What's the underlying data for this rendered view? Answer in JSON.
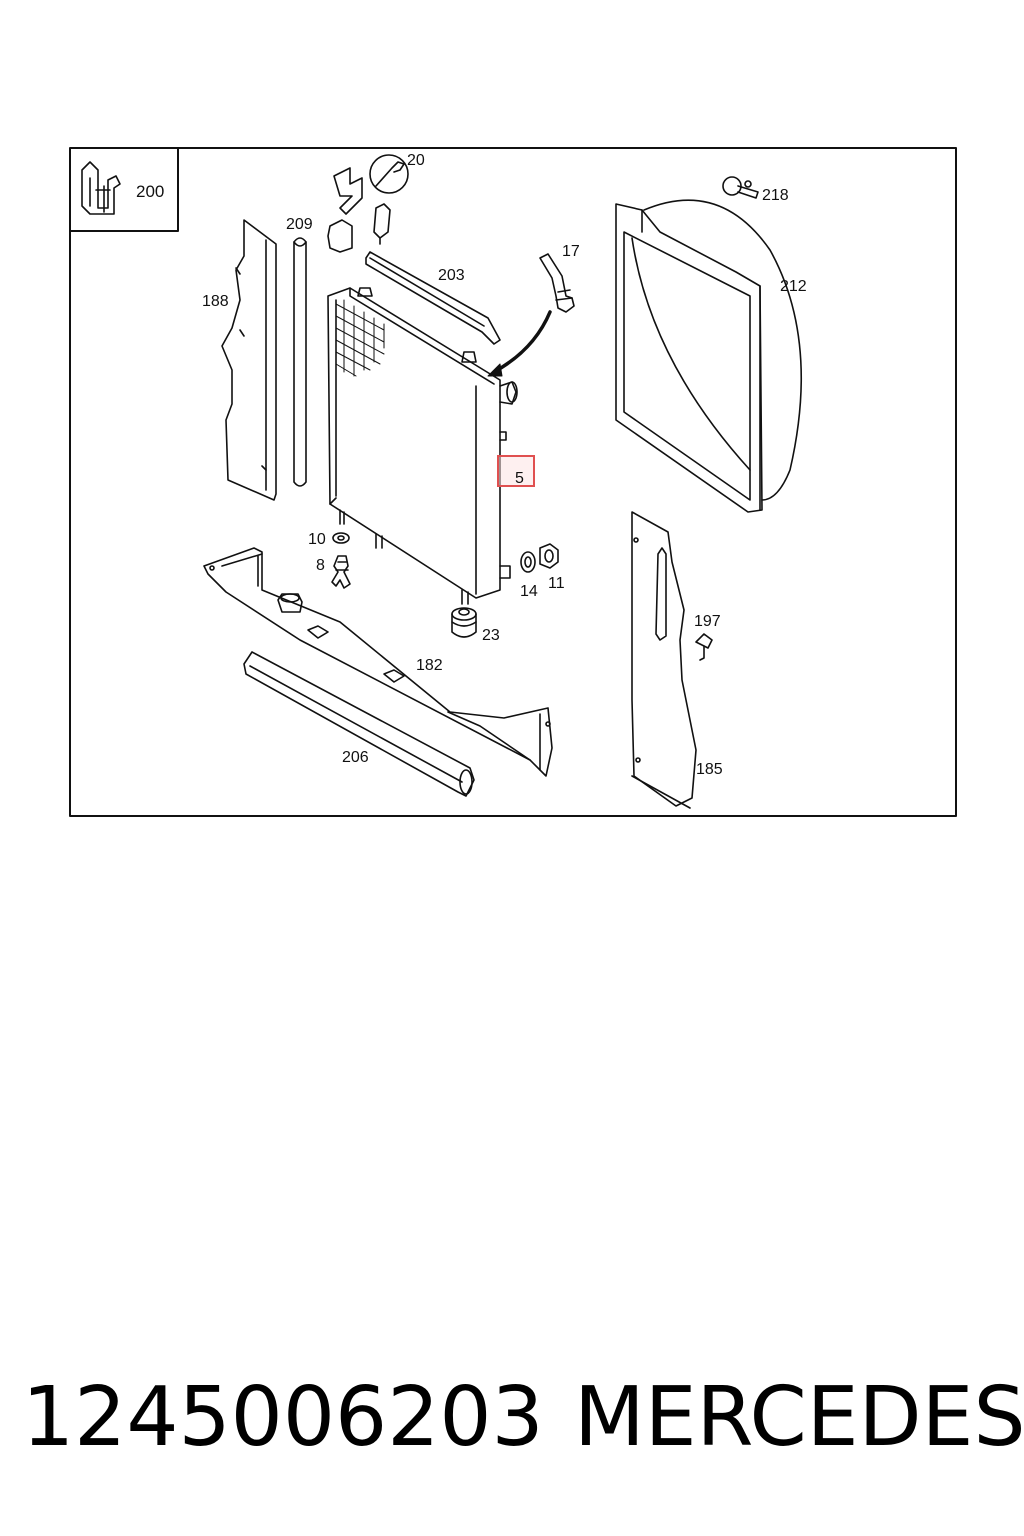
{
  "diagram": {
    "inset_label": "200",
    "highlighted_label": "5",
    "highlight_color": "#e05050",
    "line_color": "#111111",
    "labels": {
      "p20": "20",
      "p209": "209",
      "p188": "188",
      "p203": "203",
      "p17": "17",
      "p218": "218",
      "p212": "212",
      "p10": "10",
      "p8": "8",
      "p14": "14",
      "p11": "11",
      "p23": "23",
      "p182": "182",
      "p197": "197",
      "p206": "206",
      "p185": "185"
    }
  },
  "caption": {
    "part_number": "1245006203",
    "brand": "MERCEDES"
  }
}
